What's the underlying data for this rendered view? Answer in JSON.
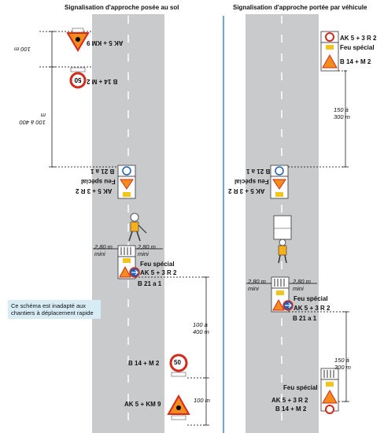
{
  "titles": {
    "left": "Signalisation d'approche posée au sol",
    "right": "Signalisation d'approche portée par véhicule"
  },
  "left": {
    "sign_top": "AK 5 + KM 9",
    "dist_top": "100 m",
    "sign_second": "B 14 + M 2",
    "dist_second": "100 à 400 m",
    "sign_upper_b21": "B 21 a 1",
    "sign_upper_feu": "Feu spécial",
    "sign_upper_ak": "AK 5 + 3 R 2",
    "width_left": "2,80 m mini",
    "width_right": "2,80 m mini",
    "sign_lower_feu": "Feu spécial",
    "sign_lower_ak": "AK 5 + 3 R 2",
    "sign_lower_b21": "B 21 a 1",
    "dist_mid": "100 à 400 m",
    "sign_b14": "B 14 + M 2",
    "speed": "50",
    "sign_ak5km9": "AK 5 + KM 9",
    "dist_bottom": "100 m"
  },
  "right": {
    "sign_top_ak": "AK 5 + 3 R 2",
    "sign_top_feu": "Feu spécial",
    "sign_top_b14": "B 14 + M 2",
    "dist_top": "150 à 300 m",
    "sign_upper_b21": "B 21 a 1",
    "sign_upper_feu": "Feu spécial",
    "sign_upper_ak": "AK 5 + 3 R 2",
    "width_left": "2,80 m mini",
    "width_right": "2,80 m mini",
    "sign_lower_feu": "Feu spécial",
    "sign_lower_ak": "AK 5 + 3 R 2",
    "sign_lower_b21": "B 21 a 1",
    "dist_bottom": "150 à 300 m",
    "sign_bottom_feu": "Feu spécial",
    "sign_bottom_ak": "AK 5 + 3 R 2",
    "sign_bottom_b14": "B 14 + M 2"
  },
  "note": "Ce schéma est inadapté aux chantiers à déplacement rapide",
  "colors": {
    "road": "#c9cacb",
    "divider": "#6aaed6",
    "note_bg": "#d8ecf6",
    "danger": "#d42a1b",
    "sign_orange": "#f28c1c",
    "arrow_blue": "#1f5fb8"
  }
}
